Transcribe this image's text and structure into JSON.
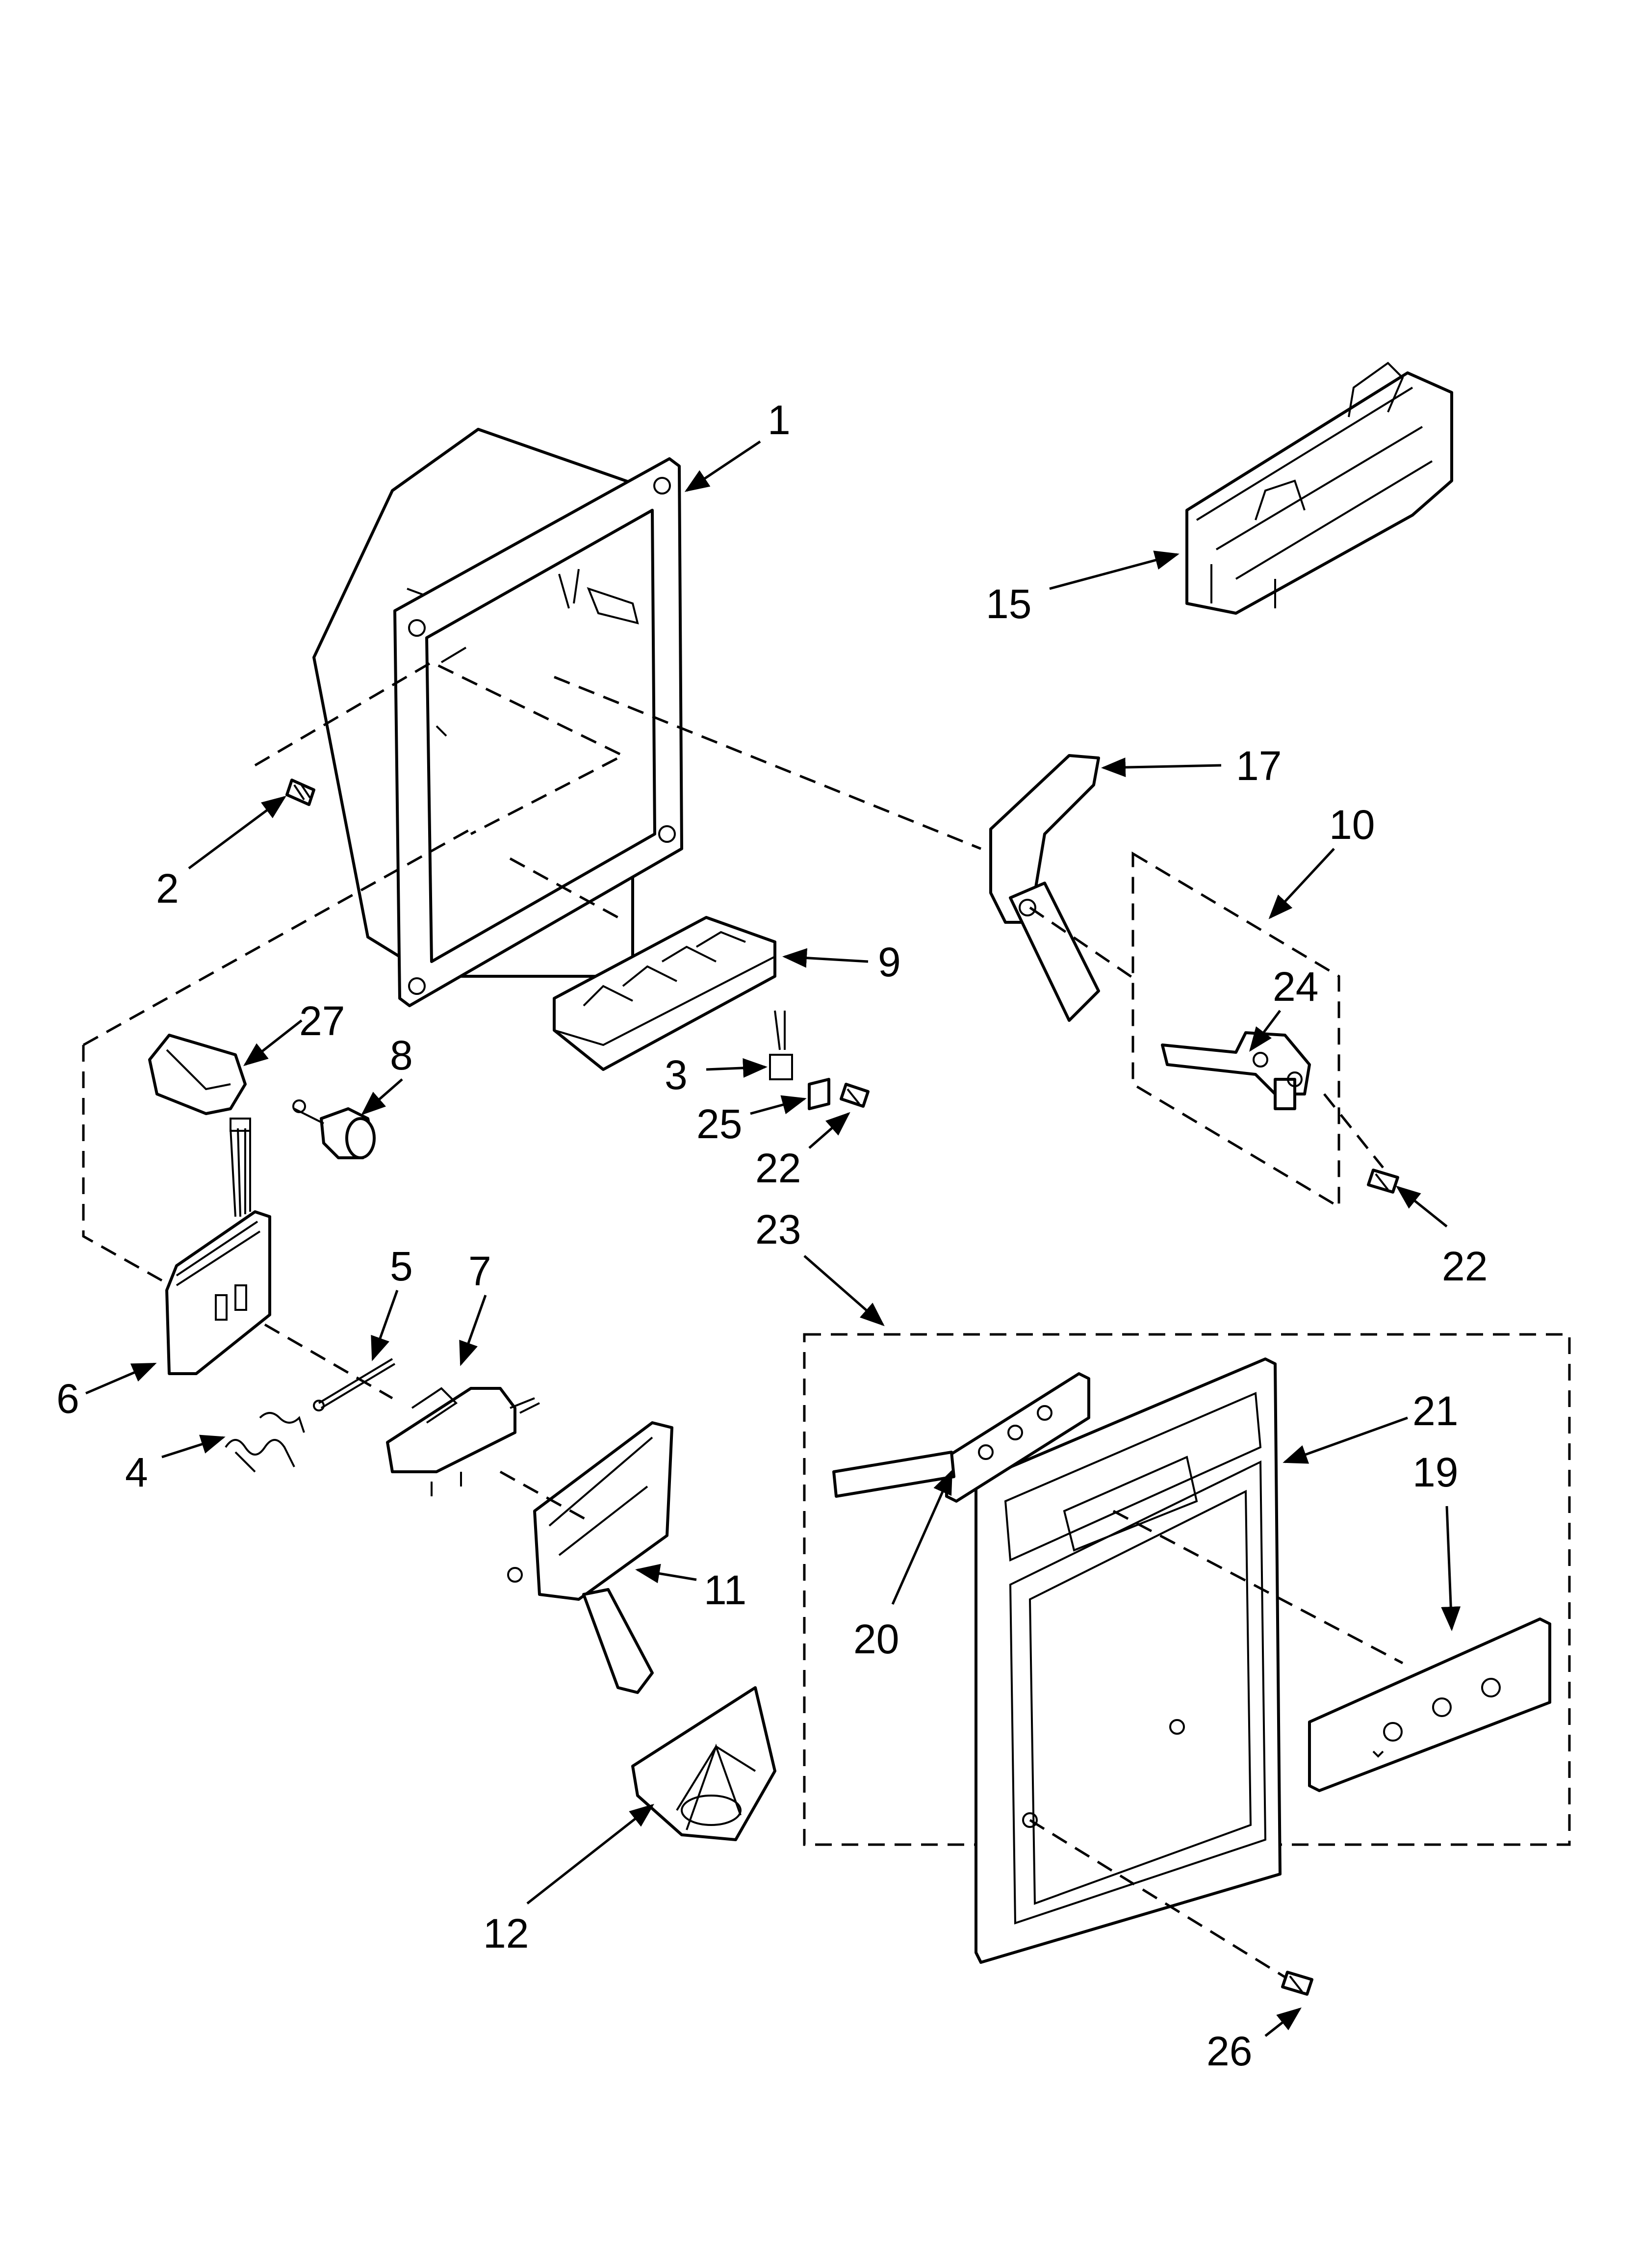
{
  "callouts": {
    "c1": "1",
    "c2": "2",
    "c3": "3",
    "c4": "4",
    "c5": "5",
    "c6": "6",
    "c7": "7",
    "c8": "8",
    "c9": "9",
    "c10": "10",
    "c11": "11",
    "c12": "12",
    "c15": "15",
    "c17": "17",
    "c19": "19",
    "c20": "20",
    "c21": "21",
    "c22a": "22",
    "c22b": "22",
    "c23": "23",
    "c24": "24",
    "c25": "25",
    "c26": "26",
    "c27": "27"
  }
}
